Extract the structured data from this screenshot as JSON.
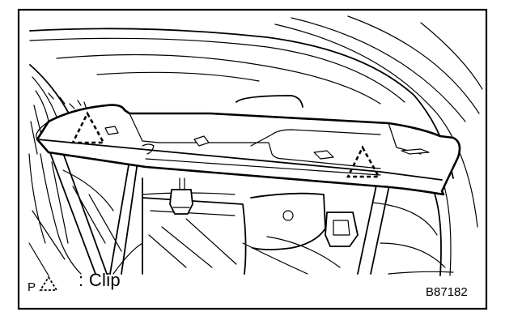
{
  "legend": {
    "symbol_name": "dashed-triangle-clip-symbol",
    "separator": ":",
    "label": "Clip"
  },
  "corner_mark": "P",
  "figure_code": "B87182",
  "colors": {
    "ink": "#000000",
    "paper": "#ffffff"
  }
}
